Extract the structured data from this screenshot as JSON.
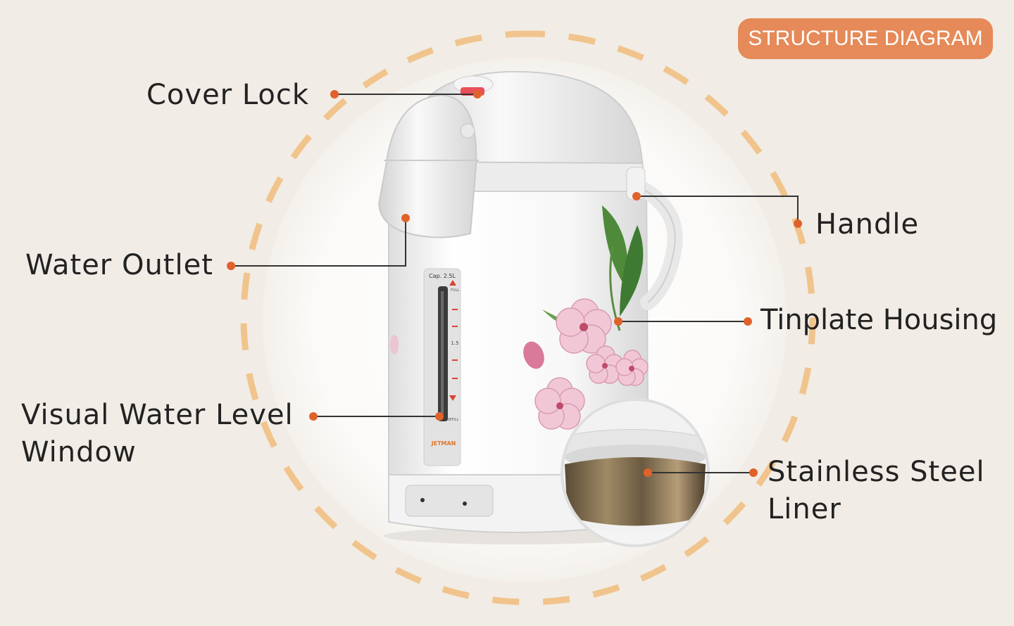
{
  "badge": {
    "label": "STRUCTURE DIAGRAM"
  },
  "labels": {
    "cover_lock": "Cover Lock",
    "water_outlet": "Water Outlet",
    "visual_window_line1": "Visual Water Level",
    "visual_window_line2": "Window",
    "handle": "Handle",
    "tinplate_housing": "Tinplate Housing",
    "stainless_liner_line1": "Stainless Steel",
    "stainless_liner_line2": "Liner"
  },
  "product": {
    "capacity_label": "Cap. 2.5L",
    "full_label": "FULL",
    "refill_label": "REFILL",
    "brand": "JETMAN",
    "gauge_mark": "1.5"
  },
  "colors": {
    "background": "#f1ece5",
    "accent": "#e58a58",
    "marker": "#e0622a",
    "dash_ring": "#f0c48c",
    "leader_line": "#333333",
    "text": "#222222"
  }
}
